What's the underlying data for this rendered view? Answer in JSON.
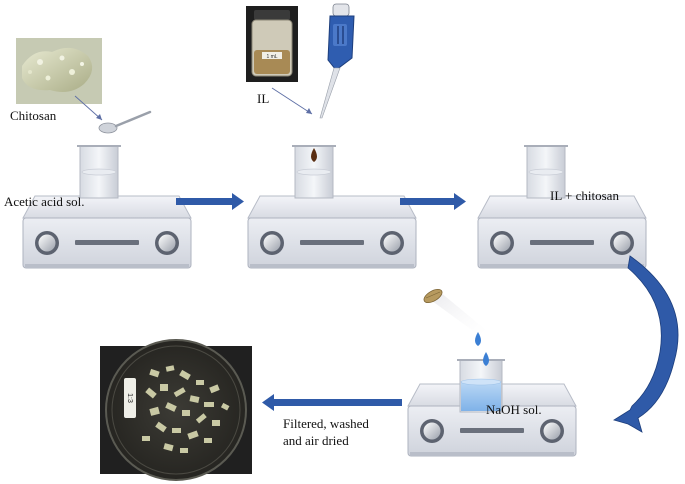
{
  "labels": {
    "chitosan": "Chitosan",
    "il": "IL",
    "acetic_acid": "Acetic acid sol.",
    "il_chitosan": "IL + chitosan",
    "naoh": "NaOH sol.",
    "filtered_line1": "Filtered, washed",
    "filtered_line2": "and air dried",
    "dish_tag": "1:3",
    "jar_tag": "1 mL"
  },
  "colors": {
    "flow_arrow": "#2f5aa8",
    "curved_arrow": "#2f5aa8",
    "droplet_blue": "#3b7fd4",
    "droplet_brown": "#5a2e12",
    "stirrer_body": "#e4e6ec",
    "chitosan_powder": "#d9dcb8",
    "dish_background": "#2a2a26"
  },
  "icons": {
    "stirrer": "magnetic-stirrer-icon",
    "beaker": "beaker-icon",
    "spoon": "spoon-icon",
    "pipette": "micropipette-icon",
    "jar": "ionic-liquid-jar-icon",
    "dropper": "dropper-icon",
    "dish": "petri-dish-icon"
  }
}
